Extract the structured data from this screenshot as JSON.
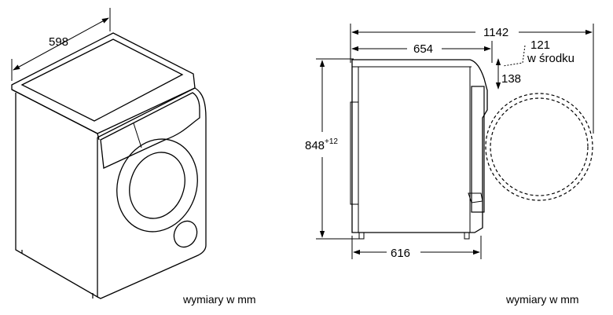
{
  "left_view": {
    "width_label": "598",
    "caption": "wymiary w mm"
  },
  "right_view": {
    "total_depth_label": "1142",
    "body_depth_label": "654",
    "door_note_line1": "121",
    "door_note_line2": "w środku",
    "door_gap_label": "138",
    "height_label": "848",
    "height_tolerance": "+12",
    "feet_depth_label": "616",
    "caption": "wymiary w mm"
  }
}
